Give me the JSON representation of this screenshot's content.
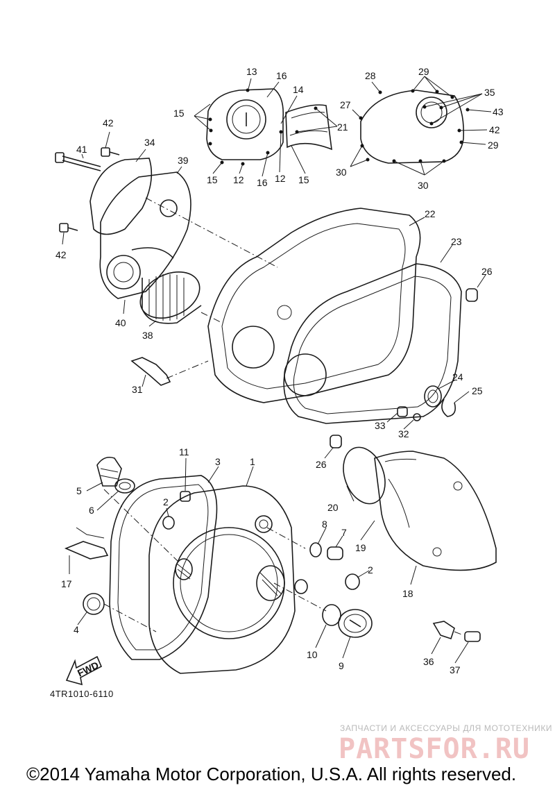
{
  "diagram": {
    "part_code": "4TR1010-6110",
    "fwd_label": "FWD",
    "copyright": "©2014 Yamaha Motor Corporation, U.S.A. All rights reserved.",
    "watermark": {
      "tagline": "ЗАПЧАСТИ И АКСЕССУАРЫ ДЛЯ МОТОТЕХНИКИ",
      "brand": "PARTSFOR.RU"
    },
    "callouts": [
      {
        "id": "c13",
        "label": "13"
      },
      {
        "id": "c16a",
        "label": "16"
      },
      {
        "id": "c14",
        "label": "14"
      },
      {
        "id": "c15a",
        "label": "15"
      },
      {
        "id": "c21",
        "label": "21"
      },
      {
        "id": "c15b",
        "label": "15"
      },
      {
        "id": "c12a",
        "label": "12"
      },
      {
        "id": "c16b",
        "label": "16"
      },
      {
        "id": "c12b",
        "label": "12"
      },
      {
        "id": "c15c",
        "label": "15"
      },
      {
        "id": "c28",
        "label": "28"
      },
      {
        "id": "c29a",
        "label": "29"
      },
      {
        "id": "c27",
        "label": "27"
      },
      {
        "id": "c35",
        "label": "35"
      },
      {
        "id": "c43",
        "label": "43"
      },
      {
        "id": "c42a",
        "label": "42"
      },
      {
        "id": "c29b",
        "label": "29"
      },
      {
        "id": "c30a",
        "label": "30"
      },
      {
        "id": "c30b",
        "label": "30"
      },
      {
        "id": "c42b",
        "label": "42"
      },
      {
        "id": "c41",
        "label": "41"
      },
      {
        "id": "c34",
        "label": "34"
      },
      {
        "id": "c39",
        "label": "39"
      },
      {
        "id": "c42c",
        "label": "42"
      },
      {
        "id": "c22",
        "label": "22"
      },
      {
        "id": "c23",
        "label": "23"
      },
      {
        "id": "c26a",
        "label": "26"
      },
      {
        "id": "c40",
        "label": "40"
      },
      {
        "id": "c38",
        "label": "38"
      },
      {
        "id": "c31",
        "label": "31"
      },
      {
        "id": "c24",
        "label": "24"
      },
      {
        "id": "c25",
        "label": "25"
      },
      {
        "id": "c33",
        "label": "33"
      },
      {
        "id": "c32",
        "label": "32"
      },
      {
        "id": "c26b",
        "label": "26"
      },
      {
        "id": "c11",
        "label": "11"
      },
      {
        "id": "c3",
        "label": "3"
      },
      {
        "id": "c1",
        "label": "1"
      },
      {
        "id": "c5",
        "label": "5"
      },
      {
        "id": "c6",
        "label": "6"
      },
      {
        "id": "c2a",
        "label": "2"
      },
      {
        "id": "c20",
        "label": "20"
      },
      {
        "id": "c8",
        "label": "8"
      },
      {
        "id": "c7",
        "label": "7"
      },
      {
        "id": "c19",
        "label": "19"
      },
      {
        "id": "c17",
        "label": "17"
      },
      {
        "id": "c2b",
        "label": "2"
      },
      {
        "id": "c18",
        "label": "18"
      },
      {
        "id": "c4",
        "label": "4"
      },
      {
        "id": "c10",
        "label": "10"
      },
      {
        "id": "c9",
        "label": "9"
      },
      {
        "id": "c36",
        "label": "36"
      },
      {
        "id": "c37",
        "label": "37"
      }
    ]
  }
}
